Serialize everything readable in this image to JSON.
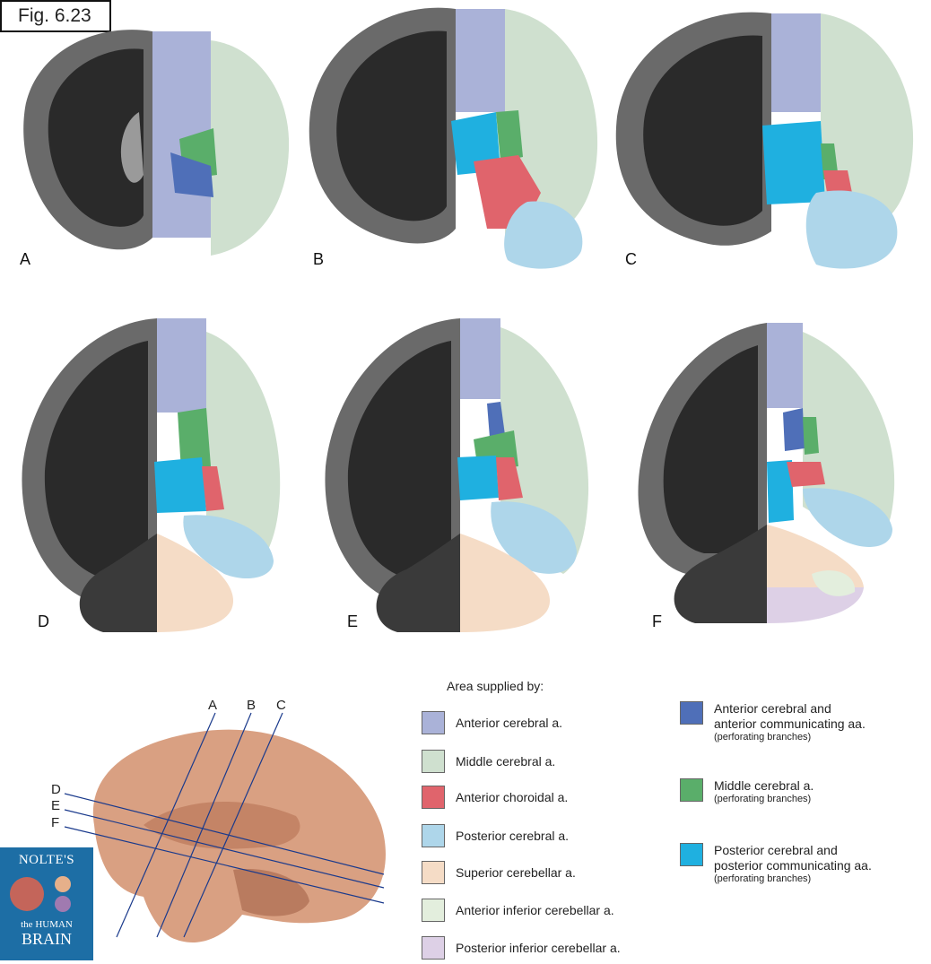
{
  "figure": {
    "label": "Fig. 6.23"
  },
  "panels": [
    "A",
    "B",
    "C",
    "D",
    "E",
    "F"
  ],
  "legend": {
    "title": "Area supplied by:",
    "items": [
      {
        "label": "Anterior cerebral a.",
        "color": "#aab2d8"
      },
      {
        "label": "Middle cerebral a.",
        "color": "#cfe0cf"
      },
      {
        "label": "Anterior choroidal a.",
        "color": "#e0646c"
      },
      {
        "label": "Posterior cerebral a.",
        "color": "#aed6ea"
      },
      {
        "label": "Superior cerebellar a.",
        "color": "#f5dcc6"
      },
      {
        "label": "Anterior inferior cerebellar a.",
        "color": "#e3eedd"
      },
      {
        "label": "Posterior inferior cerebellar a.",
        "color": "#ddd0e6"
      }
    ],
    "perforating": [
      {
        "label": "Anterior cerebral and",
        "label2": "anterior communicating aa.",
        "note": "(perforating branches)",
        "color": "#4f6fb8"
      },
      {
        "label": "Middle cerebral a.",
        "note": "(perforating branches)",
        "color": "#5aae6a"
      },
      {
        "label": "Posterior cerebral and",
        "label2": "posterior communicating aa.",
        "note": "(perforating branches)",
        "color": "#1fb0e0"
      }
    ]
  },
  "sagittal_lines": {
    "vertical": [
      "A",
      "B",
      "C"
    ],
    "horizontal": [
      "D",
      "E",
      "F"
    ]
  },
  "book_cover": {
    "title": "NOLTE'S",
    "subtitle_line1": "the HUMAN",
    "subtitle_line2": "BRAIN"
  }
}
